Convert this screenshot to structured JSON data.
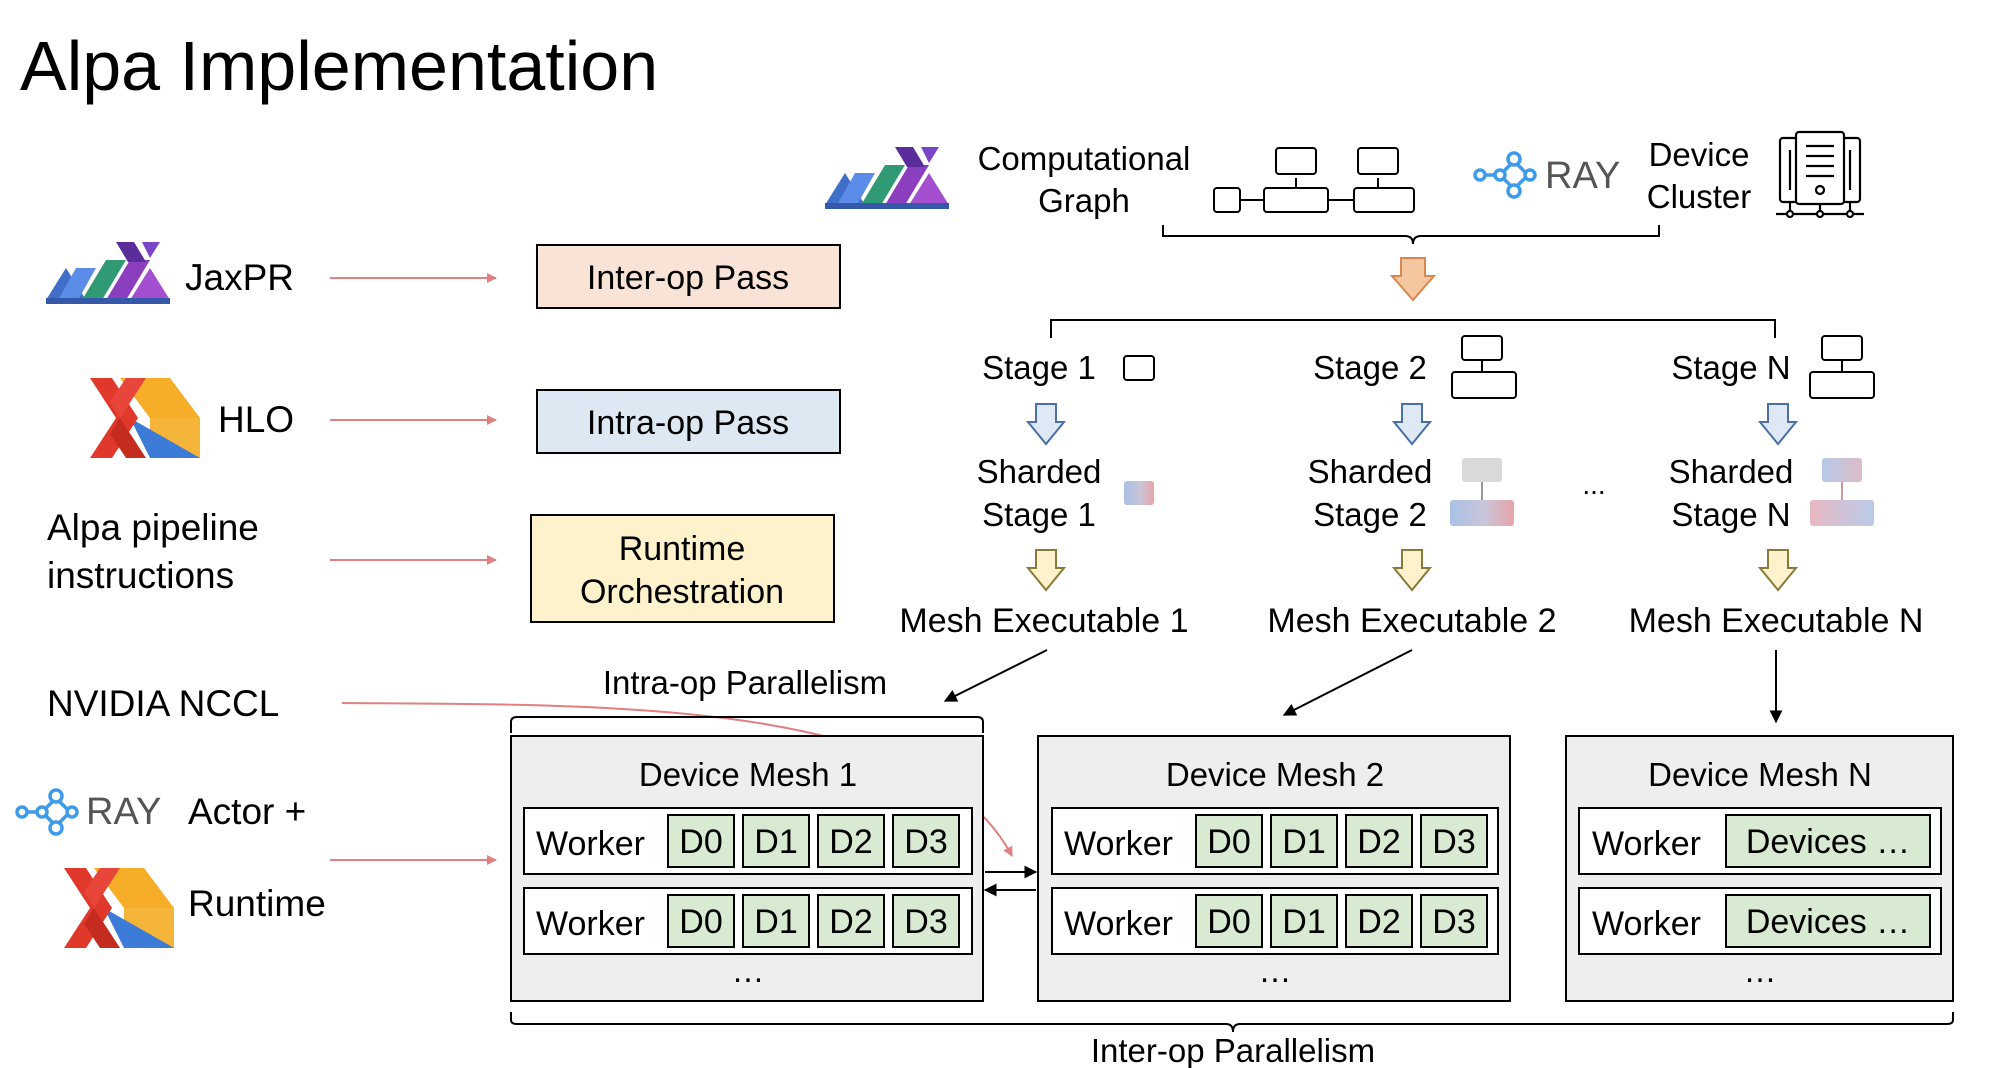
{
  "title": "Alpa Implementation",
  "left_column": {
    "jaxpr": "JaxPR",
    "hlo": "HLO",
    "pipeline_line1": "Alpa pipeline",
    "pipeline_line2": "instructions",
    "nccl": "NVIDIA NCCL",
    "ray": "RAY",
    "actor": "Actor +",
    "runtime": "Runtime"
  },
  "passes": {
    "inter_op": "Inter-op Pass",
    "intra_op": "Intra-op Pass",
    "runtime_line1": "Runtime",
    "runtime_line2": "Orchestration"
  },
  "top": {
    "comp_line1": "Computational",
    "comp_line2": "Graph",
    "ray": "RAY",
    "cluster_line1": "Device",
    "cluster_line2": "Cluster"
  },
  "stages": [
    {
      "stage": "Stage 1",
      "sharded_line1": "Sharded",
      "sharded_line2": "Stage 1",
      "mesh_exec": "Mesh Executable 1"
    },
    {
      "stage": "Stage 2",
      "sharded_line1": "Sharded",
      "sharded_line2": "Stage 2",
      "mesh_exec": "Mesh Executable 2"
    },
    {
      "stage": "Stage N",
      "sharded_line1": "Sharded",
      "sharded_line2": "Stage N",
      "mesh_exec": "Mesh Executable N"
    }
  ],
  "stage_ellipsis": "...",
  "intra_op_label": "Intra-op Parallelism",
  "inter_op_label": "Inter-op Parallelism",
  "meshes": [
    {
      "title": "Device Mesh 1",
      "workers": [
        {
          "label": "Worker",
          "devices": [
            "D0",
            "D1",
            "D2",
            "D3"
          ]
        },
        {
          "label": "Worker",
          "devices": [
            "D0",
            "D1",
            "D2",
            "D3"
          ]
        }
      ],
      "ellipsis": "…"
    },
    {
      "title": "Device Mesh 2",
      "workers": [
        {
          "label": "Worker",
          "devices": [
            "D0",
            "D1",
            "D2",
            "D3"
          ]
        },
        {
          "label": "Worker",
          "devices": [
            "D0",
            "D1",
            "D2",
            "D3"
          ]
        }
      ],
      "ellipsis": "…"
    },
    {
      "title": "Device Mesh N",
      "workers": [
        {
          "label": "Worker",
          "devices": [
            "Devices …"
          ]
        },
        {
          "label": "Worker",
          "devices": [
            "Devices …"
          ]
        }
      ],
      "ellipsis": "…"
    }
  ],
  "colors": {
    "inter_op_fill": "#f8e3d6",
    "intra_op_fill": "#dde8f3",
    "runtime_fill": "#fdf2cc",
    "mesh_fill": "#eeeeee",
    "device_fill": "#d9ead3",
    "pink_arrow": "#e08080",
    "ray_blue": "#3d9be9"
  }
}
